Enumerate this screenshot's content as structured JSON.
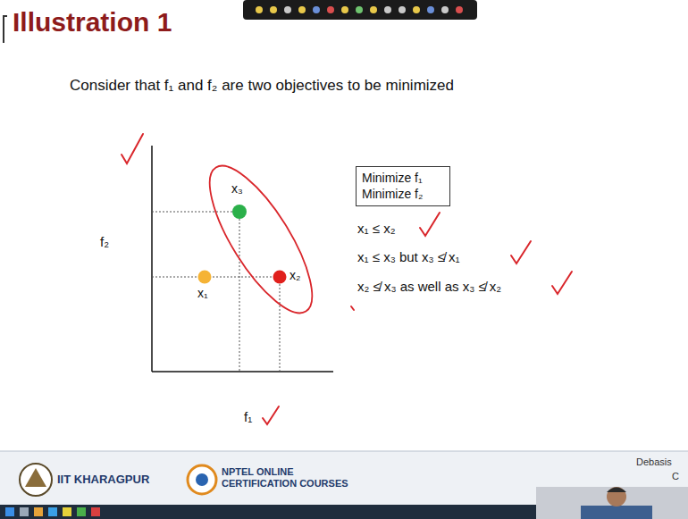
{
  "diagram": {
    "title": "Illustration 1",
    "nodes": [
      {
        "text": [
          "Minimize f₁ Minimize f₂"
        ]
      }
    ],
    "labels": [
      "Consider that f₁ and f₂ are two objectives to be minimized",
      "x₃",
      "x₁",
      "x₂",
      "f₂",
      "f₁",
      "x₁ ≤ x₂",
      "x₁ ≤ x₃ but x₃ ≰ x₁",
      "x₂ ≰ x₃ as well as x₃ ≰ x₂",
      "IIT KHARAGPUR",
      "NPTEL ONLINE CERTIFICATION COURSES",
      "Debasis",
      "C"
    ]
  }
}
